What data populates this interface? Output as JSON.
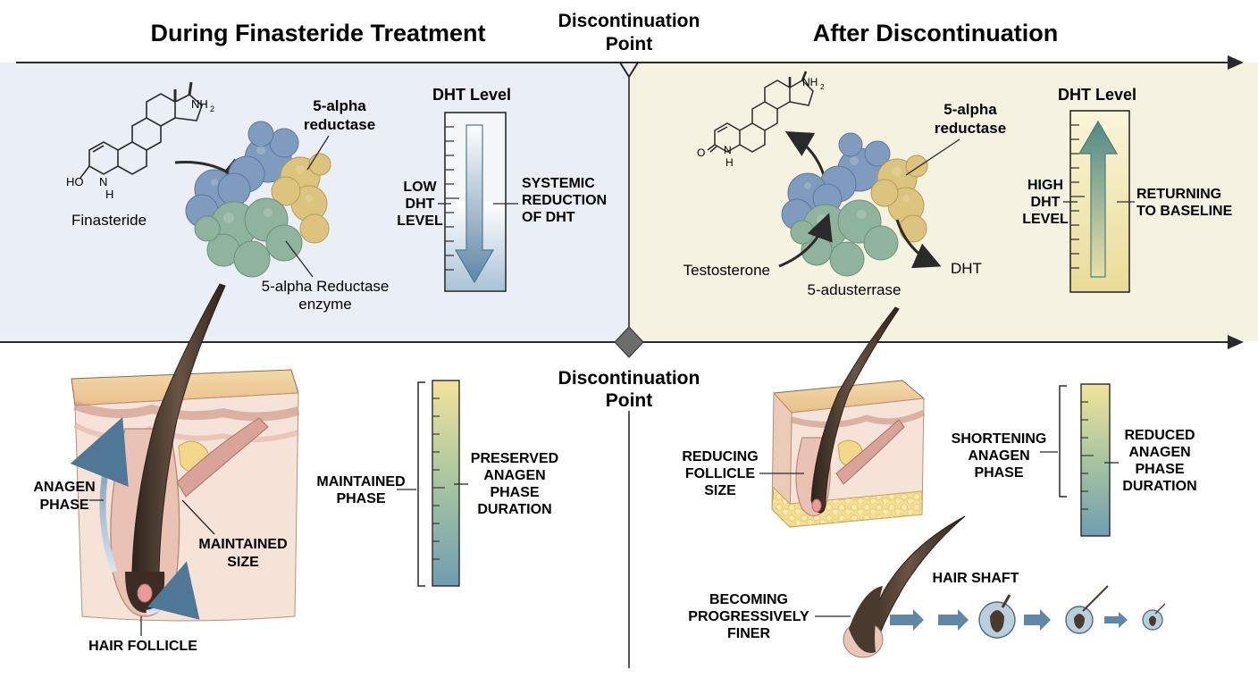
{
  "titles": {
    "left": "During Finasteride Treatment",
    "right": "After Discontinuation",
    "discontinuation_top": [
      "Discontinuation",
      "Point"
    ],
    "discontinuation_bottom": [
      "Discontinuation",
      "Point"
    ]
  },
  "top_left": {
    "molecule_label": "Finasteride",
    "nh2": "NH",
    "nh2_sub": "2",
    "ho": "HO",
    "n": "N",
    "h": "H",
    "enzyme_title": [
      "5-alpha",
      "reductase"
    ],
    "enzyme_caption": [
      "5-alpha Reductase",
      "enzyme"
    ],
    "dht_title": "DHT Level",
    "left_label": [
      "LOW",
      "DHT",
      "LEVEL"
    ],
    "right_label": [
      "SYSTEMIC",
      "REDUCTION",
      "OF DHT"
    ]
  },
  "top_right": {
    "nh2": "NH",
    "nh2_sub": "2",
    "o": "O",
    "n": "N",
    "h": "H",
    "enzyme_title": [
      "5-alpha",
      "reductase"
    ],
    "testosterone": "Testosterone",
    "enzyme_caption": "5-adusterrase",
    "dht": "DHT",
    "dht_title": "DHT Level",
    "left_label": [
      "HIGH",
      "DHT",
      "LEVEL"
    ],
    "right_label": [
      "RETURNING",
      "TO BASELINE"
    ]
  },
  "bottom_left": {
    "anagen": [
      "ANAGEN",
      "PHASE"
    ],
    "maintained_size": [
      "MAINTAINED",
      "SIZE"
    ],
    "hair_follicle": "HAIR FOLLICLE",
    "maintained_phase": [
      "MAINTAINED",
      "PHASE"
    ],
    "preserved": [
      "PRESERVED",
      "ANAGEN",
      "PHASE",
      "DURATION"
    ]
  },
  "bottom_right": {
    "reducing": [
      "REDUCING",
      "FOLLICLE",
      "SIZE"
    ],
    "shortening": [
      "SHORTENING",
      "ANAGEN",
      "PHASE"
    ],
    "reduced": [
      "REDUCED",
      "ANAGEN",
      "PHASE",
      "DURATION"
    ],
    "hair_shaft": "HAIR SHAFT",
    "finer": [
      "BECOMING",
      "PROGRESSIVELY",
      "FINER"
    ]
  },
  "colors": {
    "left_panel_bg": "#e9eff4",
    "right_panel_bg": "#f6f2e2",
    "protein_blue": "#7f9bbd",
    "protein_yellow": "#dcc47e",
    "protein_green": "#8fb39c",
    "hair_brown": "#4a3a2e",
    "skin_pink": "#e9c2b3",
    "arrow_blue": "#5f87a6"
  }
}
